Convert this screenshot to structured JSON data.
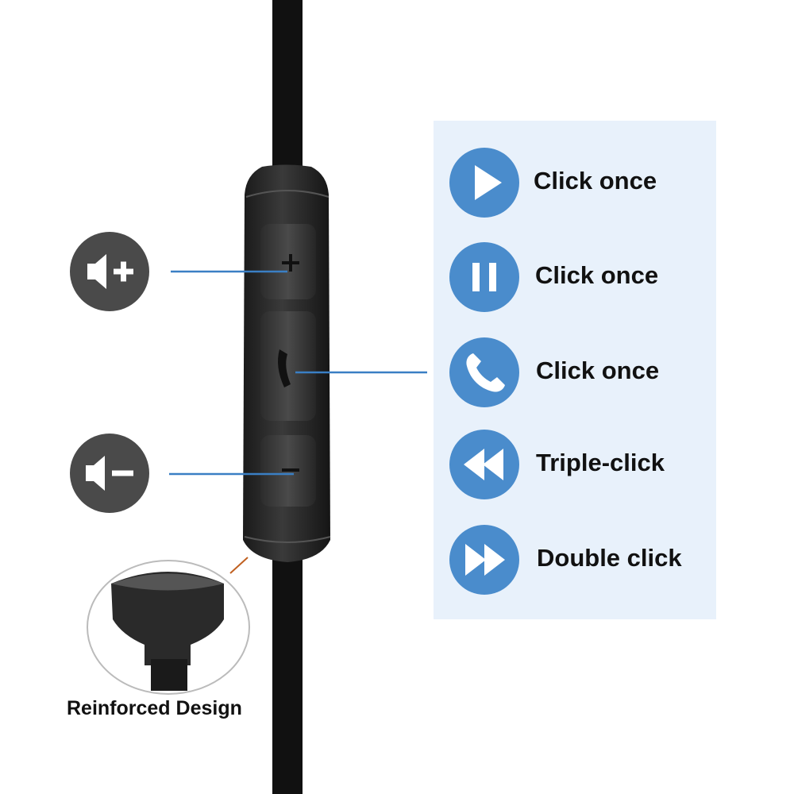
{
  "actions": [
    {
      "icon": "play-icon",
      "label": "Click once"
    },
    {
      "icon": "pause-icon",
      "label": "Click once"
    },
    {
      "icon": "phone-icon",
      "label": "Click once"
    },
    {
      "icon": "rewind-icon",
      "label": "Triple-click"
    },
    {
      "icon": "fast-forward-icon",
      "label": "Double click"
    }
  ],
  "volume": {
    "up_icon": "volume-up-icon",
    "down_icon": "volume-down-icon"
  },
  "caption": "Reinforced Design",
  "colors": {
    "accent": "#4a8ccc",
    "panel": "#e8f1fb",
    "icon_dark": "#4a4a4a",
    "cable": "#111111",
    "leader_line": "#3a7fc4"
  }
}
